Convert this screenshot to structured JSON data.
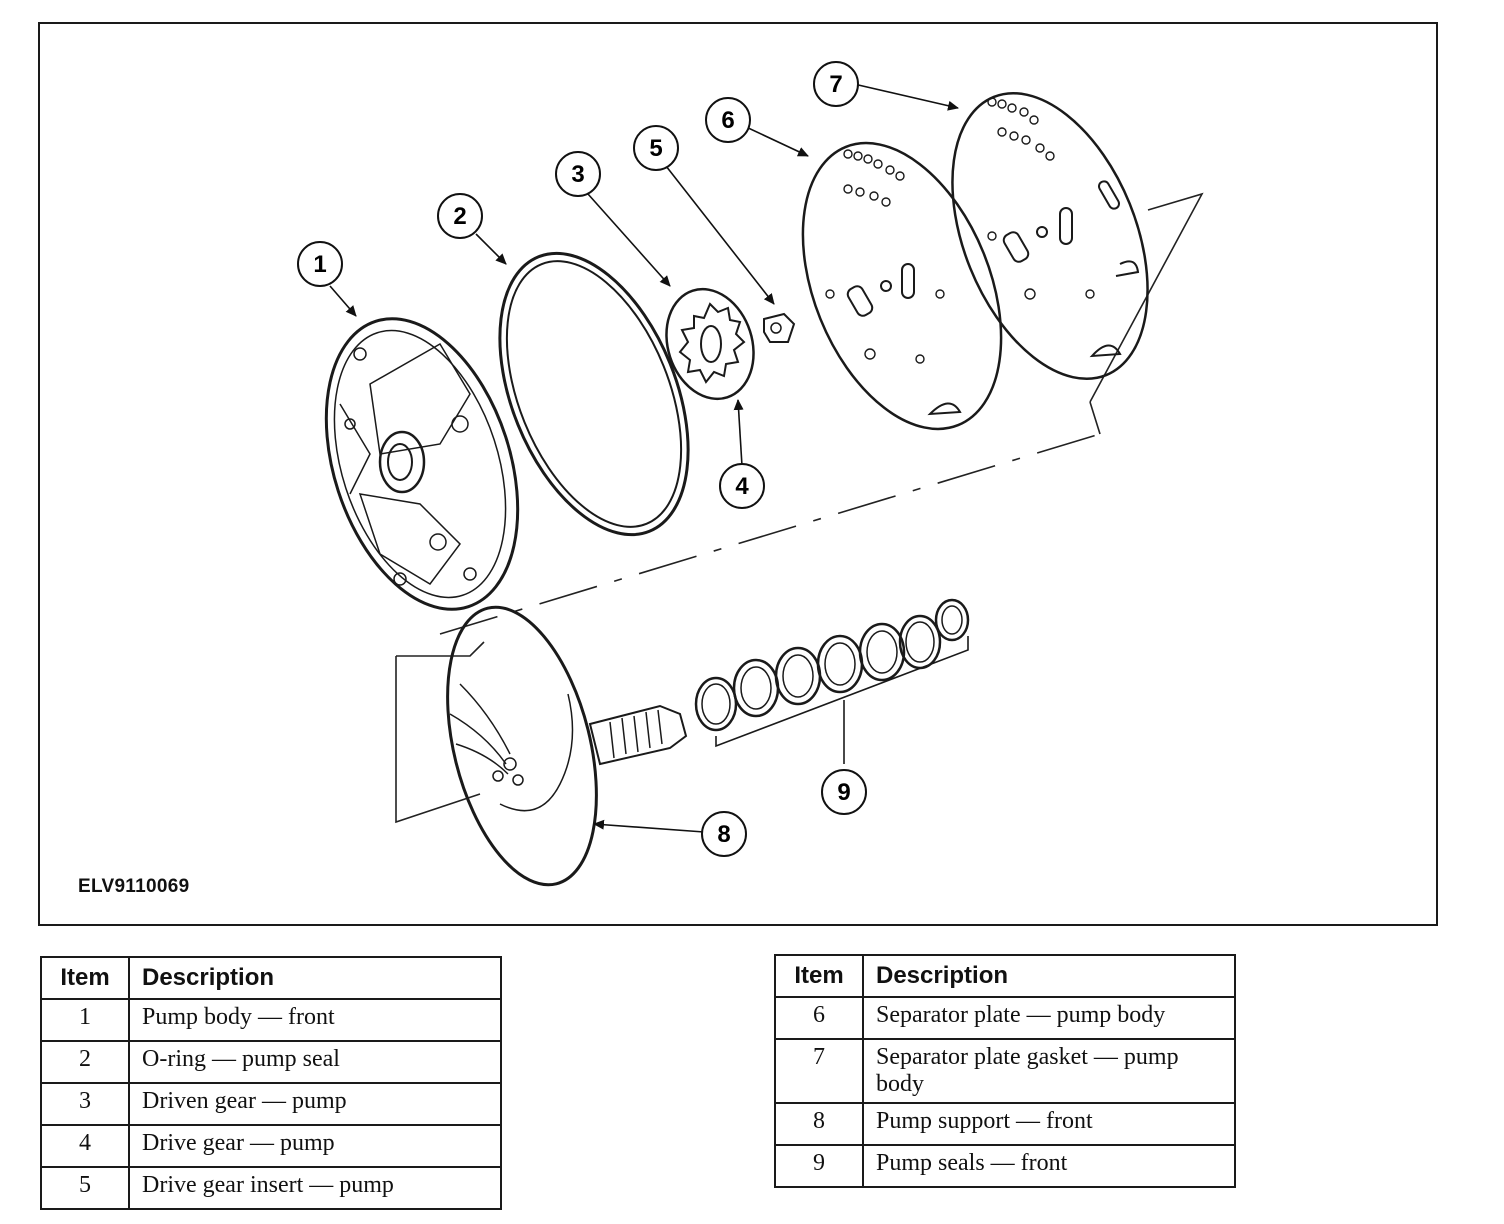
{
  "figure": {
    "id_label": "ELV9110069",
    "callouts": [
      "1",
      "2",
      "3",
      "4",
      "5",
      "6",
      "7",
      "8",
      "9"
    ]
  },
  "legend": {
    "header_item": "Item",
    "header_description": "Description",
    "left_rows": [
      {
        "item": "1",
        "description": "Pump body — front"
      },
      {
        "item": "2",
        "description": "O-ring — pump seal"
      },
      {
        "item": "3",
        "description": "Driven gear — pump"
      },
      {
        "item": "4",
        "description": "Drive gear — pump"
      },
      {
        "item": "5",
        "description": "Drive gear insert — pump"
      }
    ],
    "right_rows": [
      {
        "item": "6",
        "description": "Separator plate — pump body"
      },
      {
        "item": "7",
        "description": "Separator plate gasket — pump body"
      },
      {
        "item": "8",
        "description": "Pump support — front"
      },
      {
        "item": "9",
        "description": "Pump seals — front"
      }
    ]
  }
}
